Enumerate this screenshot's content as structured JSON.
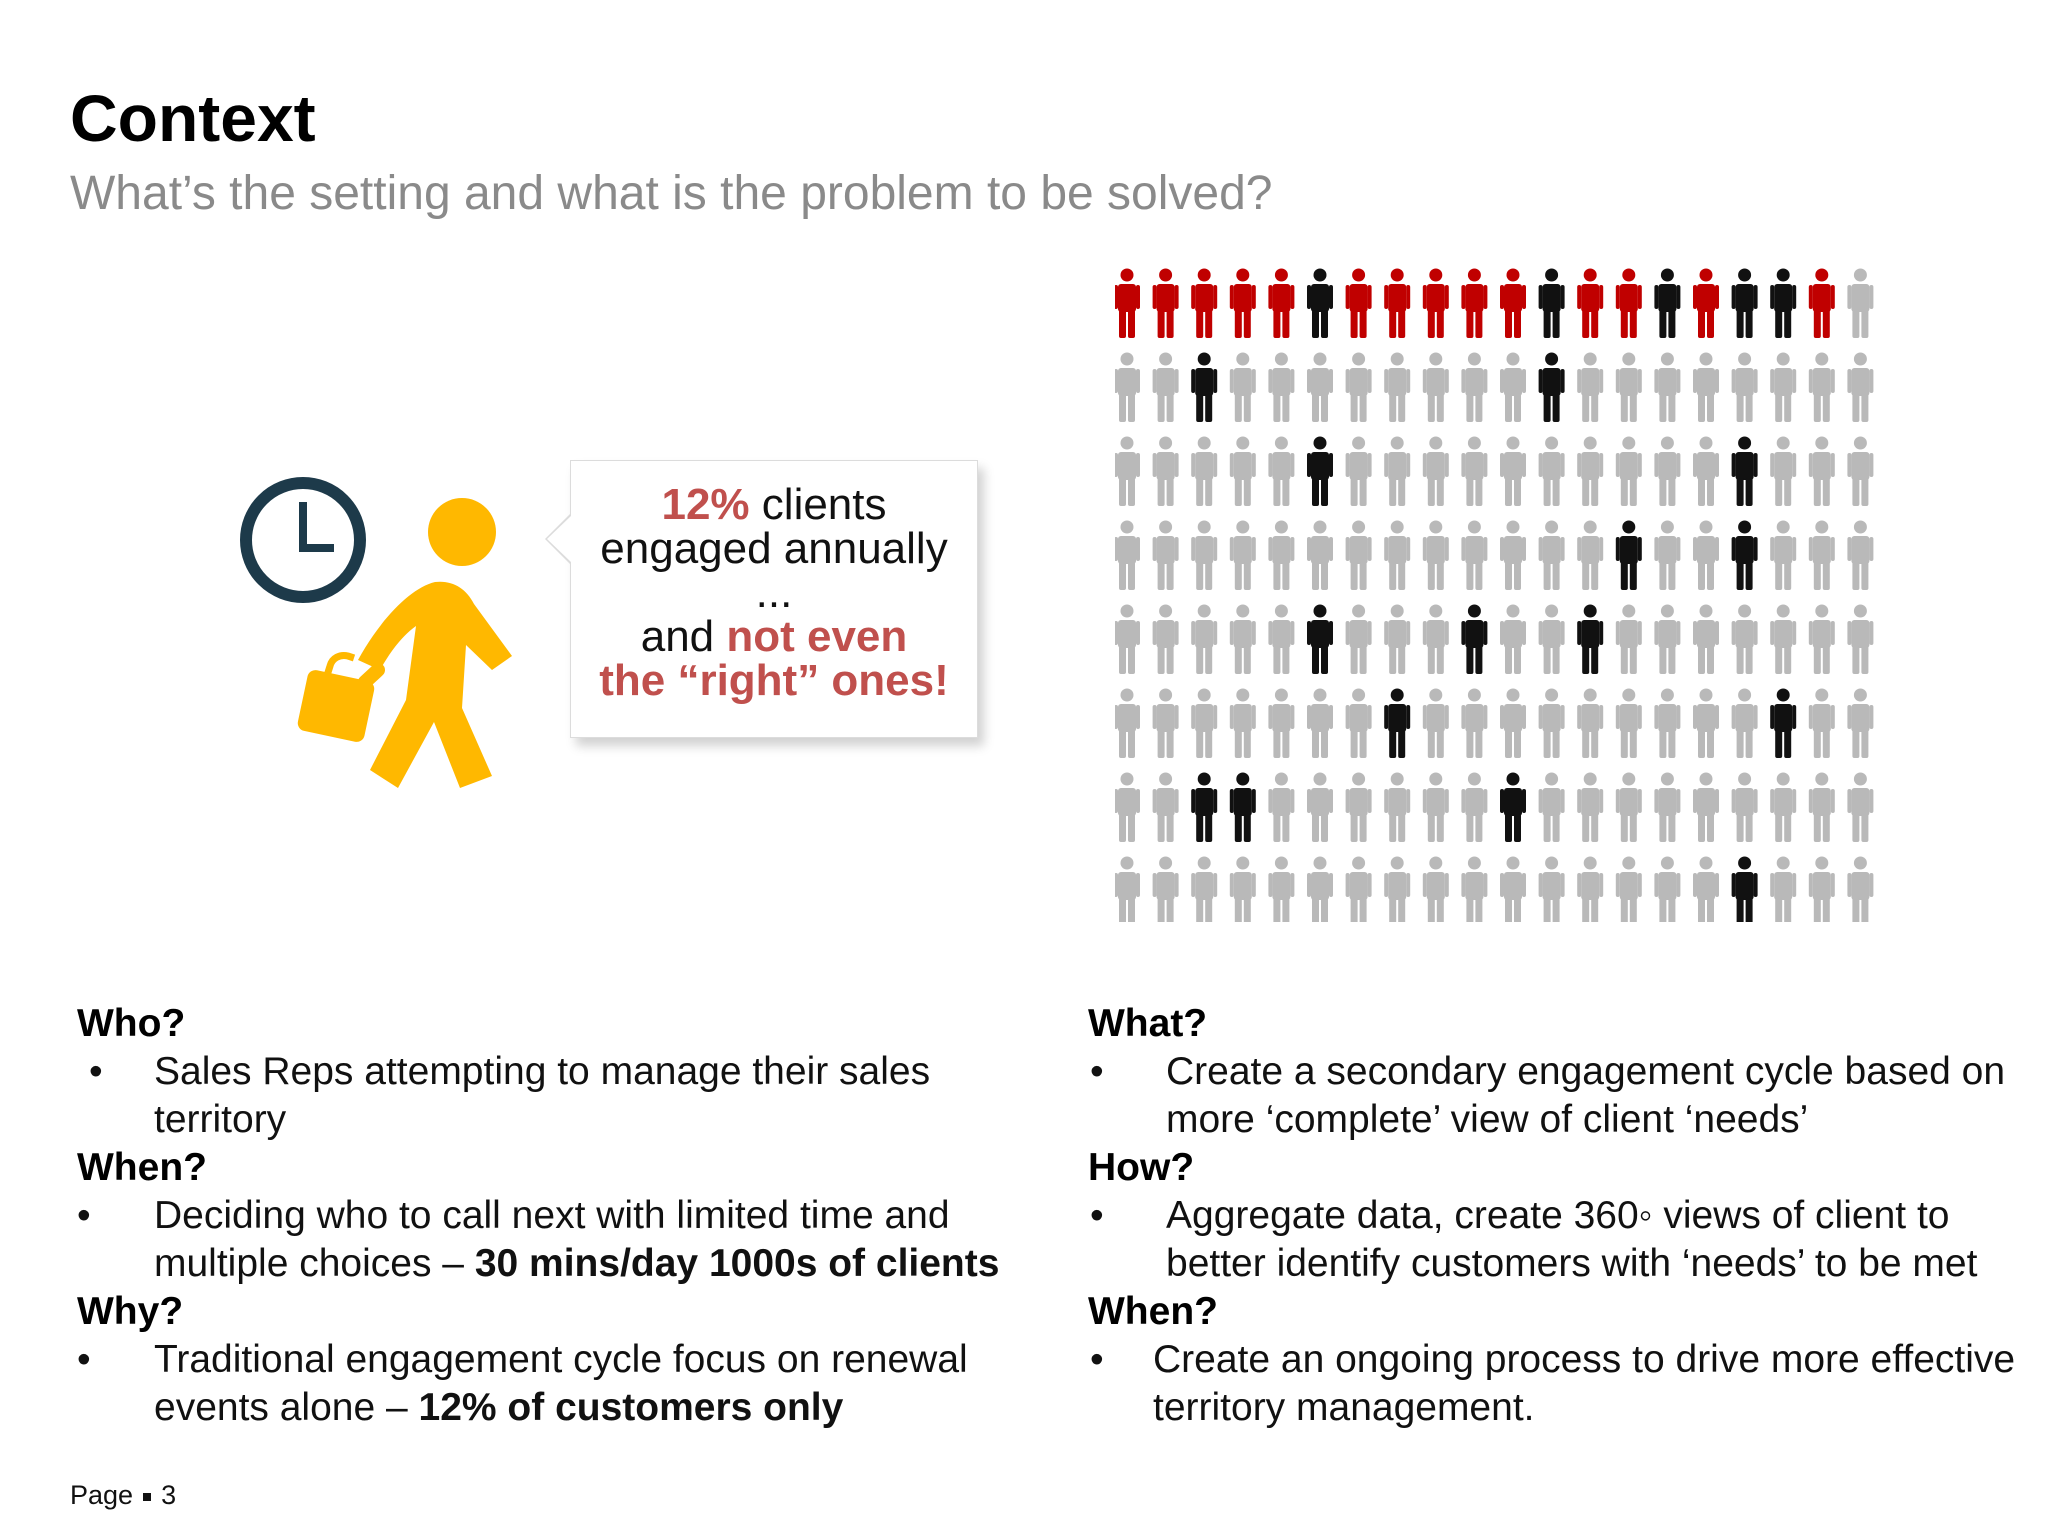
{
  "header": {
    "title": "Context",
    "subtitle": "What’s the setting and what is the problem to be solved?"
  },
  "callout": {
    "line1_pct": "12%",
    "line1_rest": " clients",
    "line2": "engaged annually",
    "line3": "...",
    "line4_pre": "and ",
    "line4_red": "not even",
    "line5_red": "the “right” ones!"
  },
  "illustration": {
    "icons": [
      "clock-icon",
      "walking-person-icon",
      "briefcase-icon"
    ],
    "colors": {
      "clock": "#1d3a4a",
      "walker": "#ffb800"
    }
  },
  "people_grid": {
    "rows": [
      "RRRRRBRRRRRBRRBRBBRG",
      "GGBGGGGGGGGBGGGGGGGG",
      "GGGGGBGGGGGGGGGGBGGG",
      "GGGGGGGGGGGGGBGGBGGG",
      "GGGGGBGGGBGGBGGGGGGG",
      "GGGGGGGBGGGGGGGGGBGG",
      "GGBBGGGGGGBGGGGGGGGG",
      "GGGGGGGGGGGGGGGGBGGG"
    ],
    "colors": {
      "R": "#c00000",
      "B": "#111111",
      "G": "#b9b9b9"
    }
  },
  "left": {
    "who_heading": "Who?",
    "who_text": "Sales Reps attempting to manage their sales territory",
    "when_heading": "When?",
    "when_text": "Deciding who to call next with limited time and multiple choices – ",
    "when_bold": "30 mins/day 1000s of clients",
    "why_heading": "Why?",
    "why_text": "Traditional engagement cycle focus on renewal events alone – ",
    "why_bold": "12% of customers only"
  },
  "right": {
    "what_heading": "What?",
    "what_text": "Create a secondary engagement cycle based on more ‘complete’ view of client ‘needs’",
    "how_heading": "How?",
    "how_text": "Aggregate data, create 360◦ views of client to better identify customers with ‘needs’ to be met",
    "when_heading": "When?",
    "when_text": "Create an ongoing process to drive more effective territory management."
  },
  "bullet": "•",
  "footer": {
    "page_label": "Page",
    "page_number": "3"
  }
}
